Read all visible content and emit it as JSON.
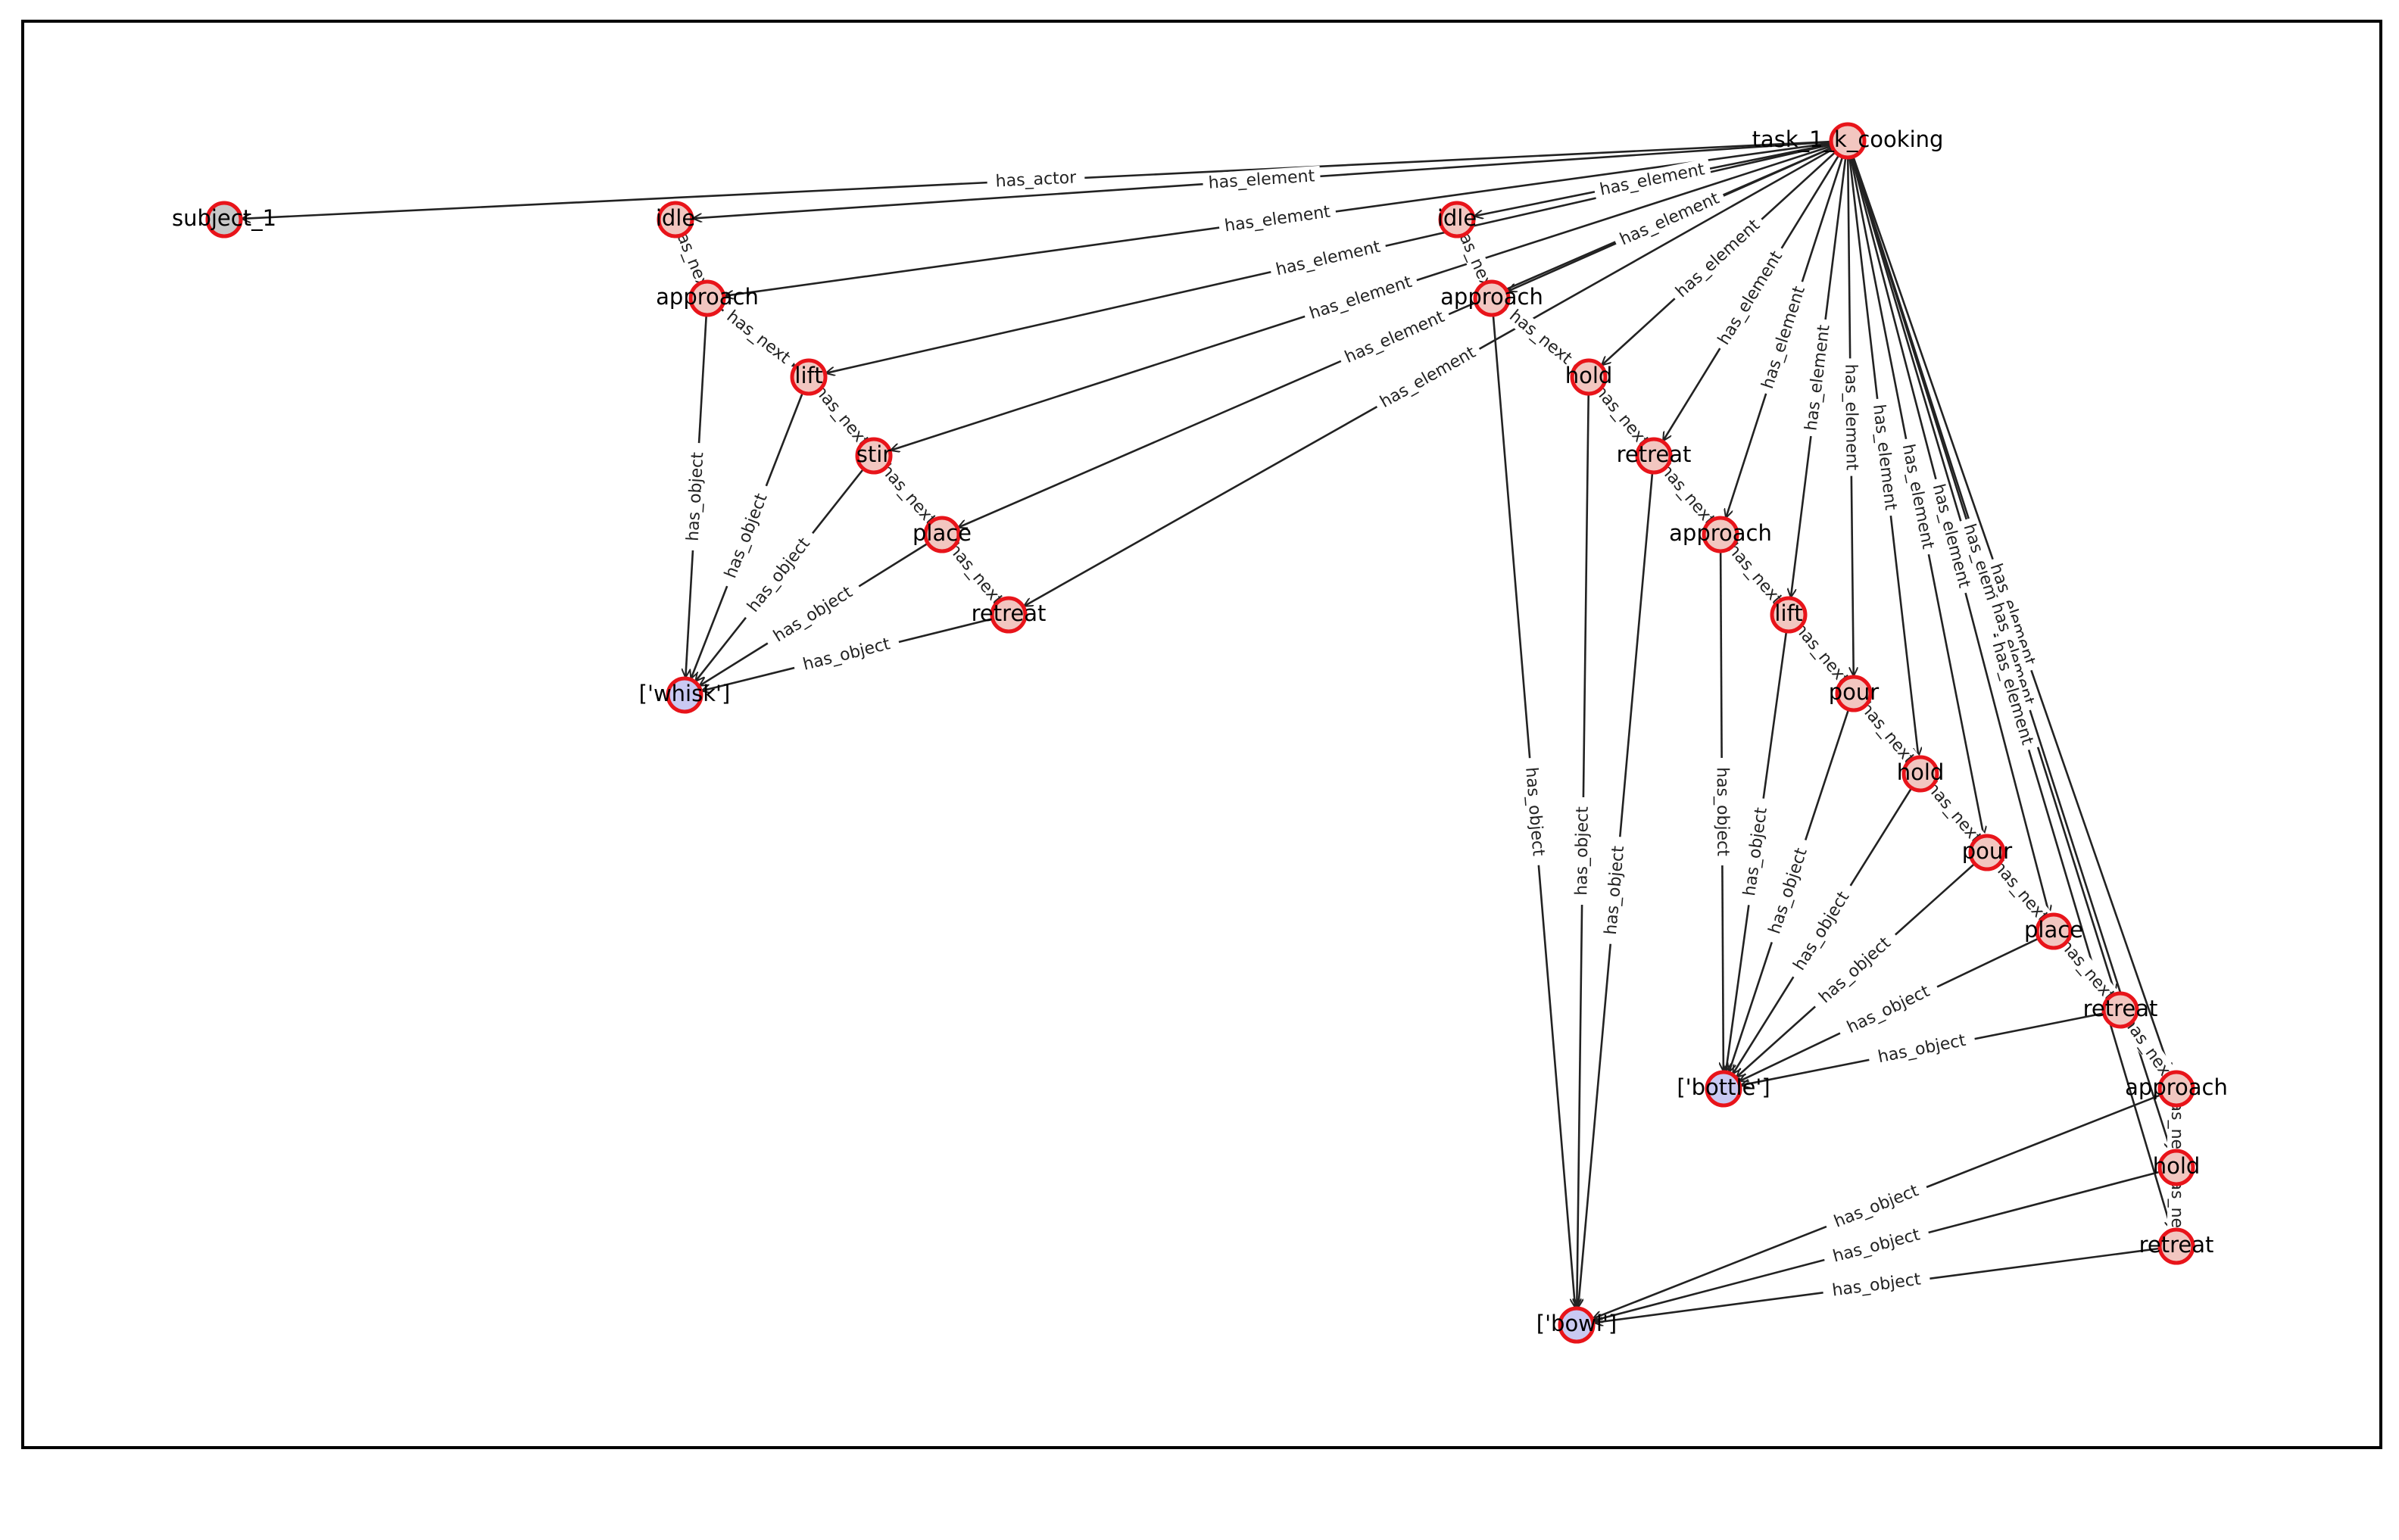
{
  "diagram": {
    "nodes": [
      {
        "id": "task",
        "label": "task_1_k_cooking",
        "kind": "task"
      },
      {
        "id": "subject",
        "label": "subject_1",
        "kind": "actor"
      },
      {
        "id": "idle1",
        "label": "idle",
        "kind": "action"
      },
      {
        "id": "approach1",
        "label": "approach",
        "kind": "action"
      },
      {
        "id": "lift1",
        "label": "lift",
        "kind": "action"
      },
      {
        "id": "stir1",
        "label": "stir",
        "kind": "action"
      },
      {
        "id": "place1",
        "label": "place",
        "kind": "action"
      },
      {
        "id": "retreat1",
        "label": "retreat",
        "kind": "action"
      },
      {
        "id": "whisk",
        "label": "['whisk']",
        "kind": "object"
      },
      {
        "id": "idle2",
        "label": "idle",
        "kind": "action"
      },
      {
        "id": "approach2",
        "label": "approach",
        "kind": "action"
      },
      {
        "id": "hold2",
        "label": "hold",
        "kind": "action"
      },
      {
        "id": "retreat2",
        "label": "retreat",
        "kind": "action"
      },
      {
        "id": "approach3",
        "label": "approach",
        "kind": "action"
      },
      {
        "id": "lift3",
        "label": "lift",
        "kind": "action"
      },
      {
        "id": "pour3a",
        "label": "pour",
        "kind": "action"
      },
      {
        "id": "hold3",
        "label": "hold",
        "kind": "action"
      },
      {
        "id": "pour3b",
        "label": "pour",
        "kind": "action"
      },
      {
        "id": "place3",
        "label": "place",
        "kind": "action"
      },
      {
        "id": "retreat3",
        "label": "retreat",
        "kind": "action"
      },
      {
        "id": "bottle",
        "label": "['bottle']",
        "kind": "object"
      },
      {
        "id": "approach4",
        "label": "approach",
        "kind": "action"
      },
      {
        "id": "hold4",
        "label": "hold",
        "kind": "action"
      },
      {
        "id": "retreat4",
        "label": "retreat",
        "kind": "action"
      },
      {
        "id": "bowl",
        "label": "['bowl']",
        "kind": "object"
      }
    ],
    "edges": [
      {
        "from": "task",
        "to": "subject",
        "label": "has_actor"
      },
      {
        "from": "task",
        "to": "idle1",
        "label": "has_element"
      },
      {
        "from": "task",
        "to": "approach1",
        "label": "has_element"
      },
      {
        "from": "task",
        "to": "lift1",
        "label": "has_element"
      },
      {
        "from": "task",
        "to": "stir1",
        "label": "has_element"
      },
      {
        "from": "task",
        "to": "place1",
        "label": "has_element"
      },
      {
        "from": "task",
        "to": "retreat1",
        "label": "has_element"
      },
      {
        "from": "task",
        "to": "idle2",
        "label": "has_element"
      },
      {
        "from": "task",
        "to": "approach2",
        "label": "has_element"
      },
      {
        "from": "task",
        "to": "hold2",
        "label": "has_element"
      },
      {
        "from": "task",
        "to": "retreat2",
        "label": "has_element"
      },
      {
        "from": "task",
        "to": "approach3",
        "label": "has_element"
      },
      {
        "from": "task",
        "to": "lift3",
        "label": "has_element"
      },
      {
        "from": "task",
        "to": "pour3a",
        "label": "has_element"
      },
      {
        "from": "task",
        "to": "hold3",
        "label": "has_element"
      },
      {
        "from": "task",
        "to": "pour3b",
        "label": "has_element"
      },
      {
        "from": "task",
        "to": "place3",
        "label": "has_element"
      },
      {
        "from": "task",
        "to": "retreat3",
        "label": "has_element"
      },
      {
        "from": "task",
        "to": "approach4",
        "label": "has_element"
      },
      {
        "from": "task",
        "to": "hold4",
        "label": "has_element"
      },
      {
        "from": "task",
        "to": "retreat4",
        "label": "has_element"
      },
      {
        "from": "idle1",
        "to": "approach1",
        "label": "has_next"
      },
      {
        "from": "approach1",
        "to": "lift1",
        "label": "has_next"
      },
      {
        "from": "lift1",
        "to": "stir1",
        "label": "has_next"
      },
      {
        "from": "stir1",
        "to": "place1",
        "label": "has_next"
      },
      {
        "from": "place1",
        "to": "retreat1",
        "label": "has_next"
      },
      {
        "from": "idle2",
        "to": "approach2",
        "label": "has_next"
      },
      {
        "from": "approach2",
        "to": "hold2",
        "label": "has_next"
      },
      {
        "from": "hold2",
        "to": "retreat2",
        "label": "has_next"
      },
      {
        "from": "retreat2",
        "to": "approach3",
        "label": "has_next"
      },
      {
        "from": "approach3",
        "to": "lift3",
        "label": "has_next"
      },
      {
        "from": "lift3",
        "to": "pour3a",
        "label": "has_next"
      },
      {
        "from": "pour3a",
        "to": "hold3",
        "label": "has_next"
      },
      {
        "from": "hold3",
        "to": "pour3b",
        "label": "has_next"
      },
      {
        "from": "pour3b",
        "to": "place3",
        "label": "has_next"
      },
      {
        "from": "place3",
        "to": "retreat3",
        "label": "has_next"
      },
      {
        "from": "retreat3",
        "to": "approach4",
        "label": "has_next"
      },
      {
        "from": "approach4",
        "to": "hold4",
        "label": "has_next"
      },
      {
        "from": "hold4",
        "to": "retreat4",
        "label": "has_next"
      },
      {
        "from": "approach1",
        "to": "whisk",
        "label": "has_object"
      },
      {
        "from": "lift1",
        "to": "whisk",
        "label": "has_object"
      },
      {
        "from": "stir1",
        "to": "whisk",
        "label": "has_object"
      },
      {
        "from": "place1",
        "to": "whisk",
        "label": "has_object"
      },
      {
        "from": "retreat1",
        "to": "whisk",
        "label": "has_object"
      },
      {
        "from": "approach2",
        "to": "bowl",
        "label": "has_object"
      },
      {
        "from": "hold2",
        "to": "bowl",
        "label": "has_object"
      },
      {
        "from": "retreat2",
        "to": "bowl",
        "label": "has_object"
      },
      {
        "from": "approach3",
        "to": "bottle",
        "label": "has_object"
      },
      {
        "from": "lift3",
        "to": "bottle",
        "label": "has_object"
      },
      {
        "from": "pour3a",
        "to": "bottle",
        "label": "has_object"
      },
      {
        "from": "hold3",
        "to": "bottle",
        "label": "has_object"
      },
      {
        "from": "pour3b",
        "to": "bottle",
        "label": "has_object"
      },
      {
        "from": "place3",
        "to": "bottle",
        "label": "has_object"
      },
      {
        "from": "retreat3",
        "to": "bottle",
        "label": "has_object"
      },
      {
        "from": "approach4",
        "to": "bowl",
        "label": "has_object"
      },
      {
        "from": "hold4",
        "to": "bowl",
        "label": "has_object"
      },
      {
        "from": "retreat4",
        "to": "bowl",
        "label": "has_object"
      }
    ],
    "colors": {
      "node_stroke": "#e8141a",
      "action_fill": "#f2c6c0",
      "task_fill": "#f2c6c0",
      "actor_fill": "#c8c8c8",
      "object_fill": "#c9c9f2",
      "edge": "#222222",
      "frame": "#000000"
    }
  }
}
